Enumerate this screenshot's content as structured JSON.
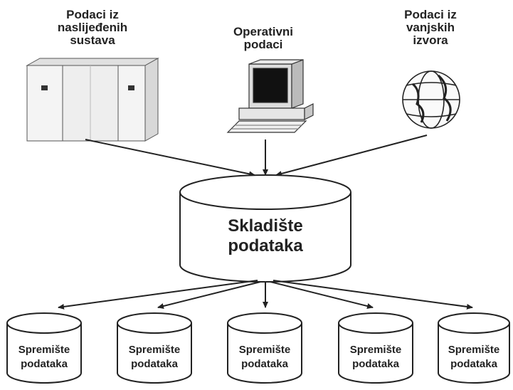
{
  "sources": [
    {
      "line1": "Podaci iz",
      "line2": "naslijeđenih",
      "line3": "sustava",
      "icon": "server-cabinet-icon"
    },
    {
      "line1": "Operativni",
      "line2": "podaci",
      "icon": "desktop-computer-icon"
    },
    {
      "line1": "Podaci iz",
      "line2": "vanjskih",
      "line3": "izvora",
      "icon": "globe-icon"
    }
  ],
  "warehouse": {
    "line1": "Skladište",
    "line2": "podataka"
  },
  "marts": [
    {
      "line1": "Spremište",
      "line2": "podataka"
    },
    {
      "line1": "Spremište",
      "line2": "podataka"
    },
    {
      "line1": "Spremište",
      "line2": "podataka"
    },
    {
      "line1": "Spremište",
      "line2": "podataka"
    },
    {
      "line1": "Spremište",
      "line2": "podataka"
    }
  ],
  "colors": {
    "stroke": "#222222",
    "text": "#222222",
    "fill": "#ffffff"
  }
}
